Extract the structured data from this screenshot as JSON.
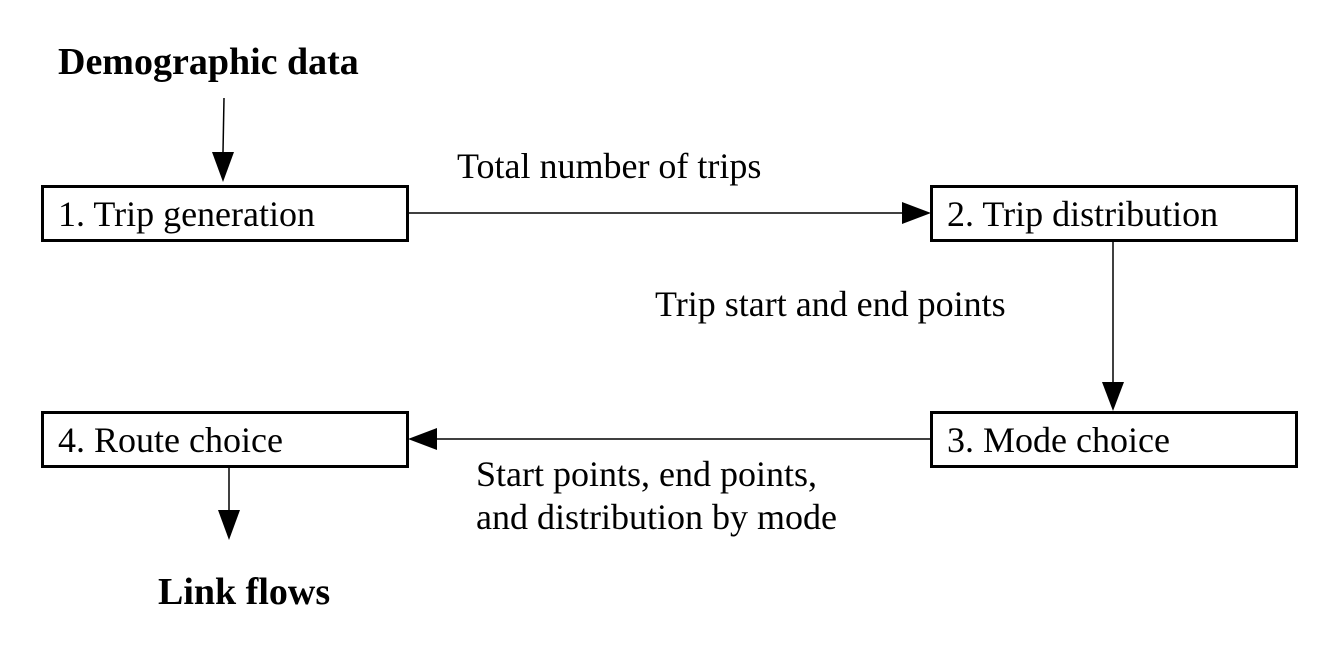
{
  "diagram": {
    "input_label": "Demographic data",
    "output_label": "Link flows",
    "steps": [
      {
        "label": "1. Trip generation"
      },
      {
        "label": "2. Trip distribution"
      },
      {
        "label": "3. Mode choice"
      },
      {
        "label": "4. Route choice"
      }
    ],
    "edges": {
      "gen_to_dist": "Total number of trips",
      "dist_to_mode": "Trip start and end points",
      "mode_to_route_line1": "Start points, end points,",
      "mode_to_route_line2": "and distribution by mode"
    }
  }
}
